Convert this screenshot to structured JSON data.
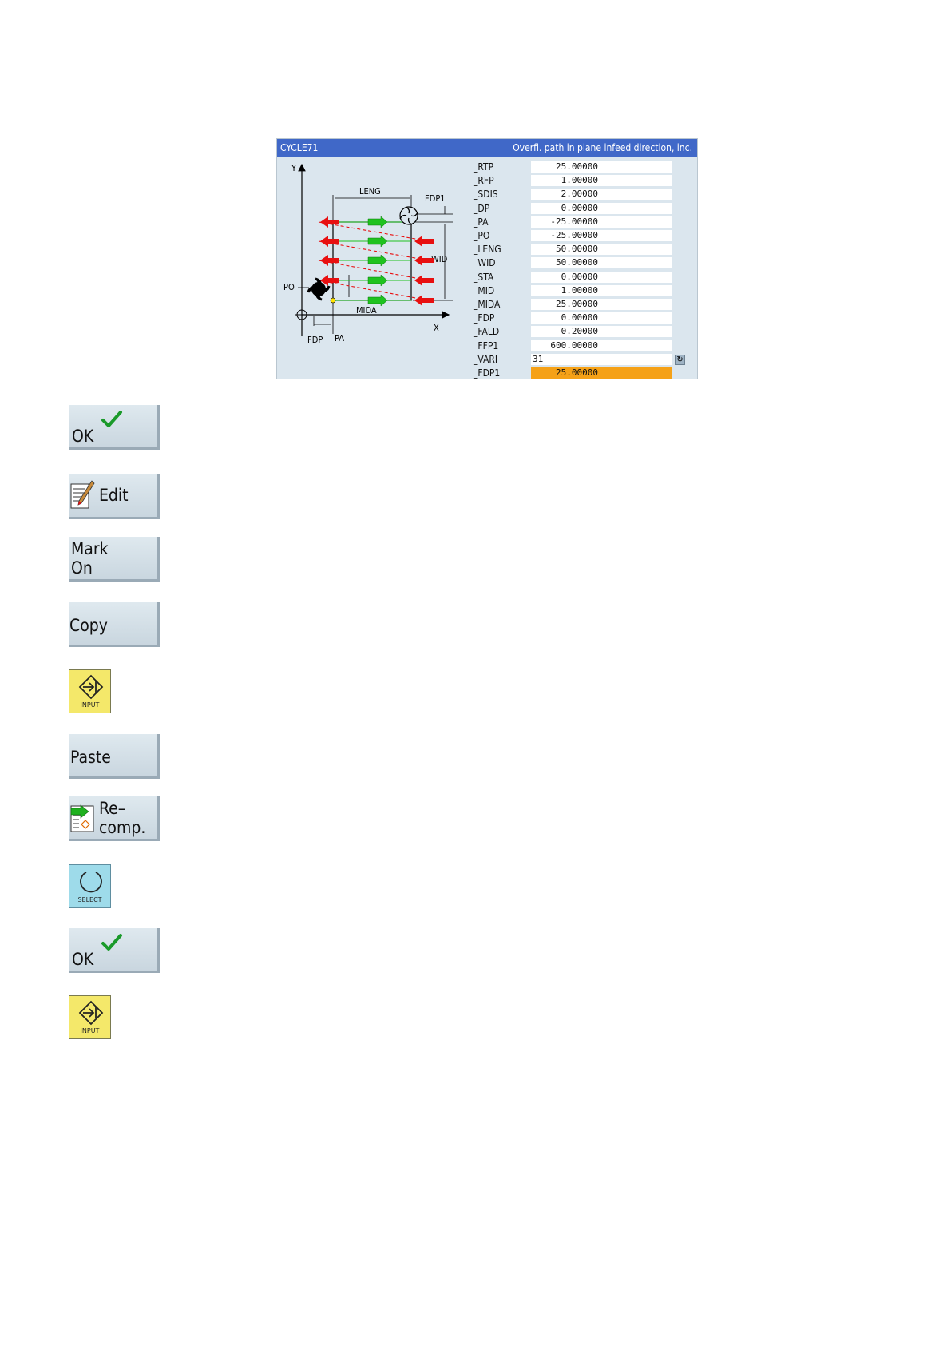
{
  "screen": {
    "title_left": "CYCLE71",
    "title_right": "Overfl. path in plane infeed direction, inc.",
    "diagram": {
      "y_axis": "Y",
      "x_axis": "X",
      "leng": "LENG",
      "fdp1": "FDP1",
      "wid": "WID",
      "po": "PO",
      "mida": "MIDA",
      "fdp": "FDP",
      "pa": "PA"
    },
    "parameters": [
      {
        "name": "_RTP",
        "value": "25.00000"
      },
      {
        "name": "_RFP",
        "value": "1.00000"
      },
      {
        "name": "_SDIS",
        "value": "2.00000"
      },
      {
        "name": "_DP",
        "value": "0.00000"
      },
      {
        "name": "_PA",
        "value": "-25.00000"
      },
      {
        "name": "_PO",
        "value": "-25.00000"
      },
      {
        "name": "_LENG",
        "value": "50.00000"
      },
      {
        "name": "_WID",
        "value": "50.00000"
      },
      {
        "name": "_STA",
        "value": "0.00000"
      },
      {
        "name": "_MID",
        "value": "1.00000"
      },
      {
        "name": "_MIDA",
        "value": "25.00000"
      },
      {
        "name": "_FDP",
        "value": "0.00000"
      },
      {
        "name": "_FALD",
        "value": "0.20000"
      },
      {
        "name": "_FFP1",
        "value": "600.00000"
      },
      {
        "name": "_VARI",
        "value": "31"
      },
      {
        "name": "_FDP1",
        "value": "25.00000"
      }
    ],
    "toggle_icon": "cycle-icon",
    "colors": {
      "titlebar": "#4068c8",
      "active_field": "#f5a117",
      "cut_arrow": "#e81010",
      "feed_arrow": "#1fc21f"
    }
  },
  "softkeys": [
    {
      "id": "ok1",
      "label": "OK",
      "icon": "checkmark-icon"
    },
    {
      "id": "edit",
      "label": "Edit",
      "icon": "edit-pencil-icon"
    },
    {
      "id": "mark",
      "line1": "Mark",
      "line2": "On"
    },
    {
      "id": "copy",
      "label": "Copy"
    },
    {
      "id": "input1",
      "label": "INPUT",
      "icon": "input-arrow-icon"
    },
    {
      "id": "paste",
      "label": "Paste"
    },
    {
      "id": "recomp",
      "line1": "Re–",
      "line2": "comp.",
      "icon": "recompile-icon"
    },
    {
      "id": "select",
      "label": "SELECT",
      "icon": "select-circle-icon"
    },
    {
      "id": "ok2",
      "label": "OK",
      "icon": "checkmark-icon"
    },
    {
      "id": "input2",
      "label": "INPUT",
      "icon": "input-arrow-icon"
    }
  ]
}
